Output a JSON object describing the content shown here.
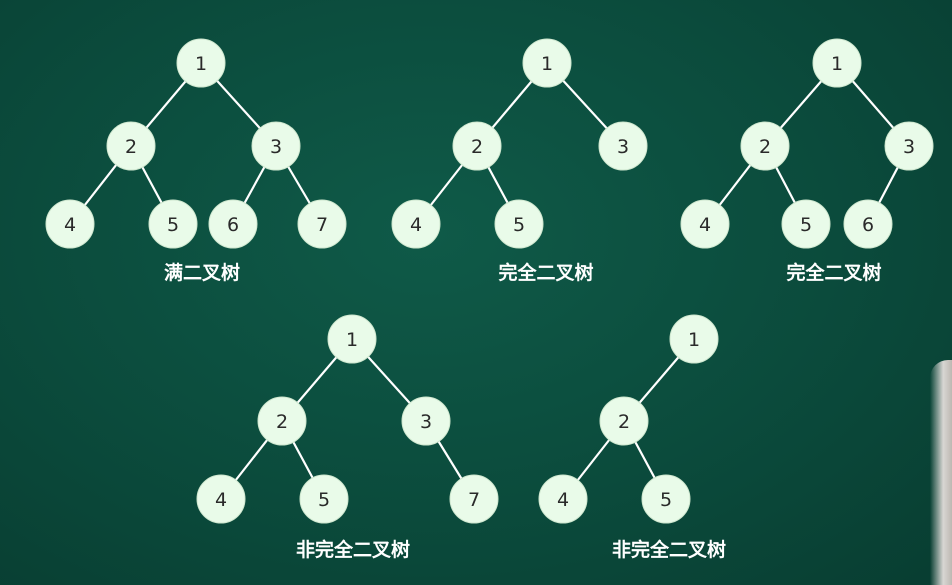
{
  "colors": {
    "background": "#0b4a3b",
    "node_fill": "#e9fbe9",
    "edge": "#ffffff",
    "caption": "#ffffff"
  },
  "trees": [
    {
      "caption": "满二叉树",
      "nodes": [
        "1",
        "2",
        "3",
        "4",
        "5",
        "6",
        "7"
      ]
    },
    {
      "caption": "完全二叉树",
      "nodes": [
        "1",
        "2",
        "3",
        "4",
        "5"
      ]
    },
    {
      "caption": "完全二叉树",
      "nodes": [
        "1",
        "2",
        "3",
        "4",
        "5",
        "6"
      ]
    },
    {
      "caption": "非完全二叉树",
      "nodes": [
        "1",
        "2",
        "3",
        "4",
        "5",
        "7"
      ]
    },
    {
      "caption": "非完全二叉树",
      "nodes": [
        "1",
        "2",
        "4",
        "5"
      ]
    }
  ]
}
